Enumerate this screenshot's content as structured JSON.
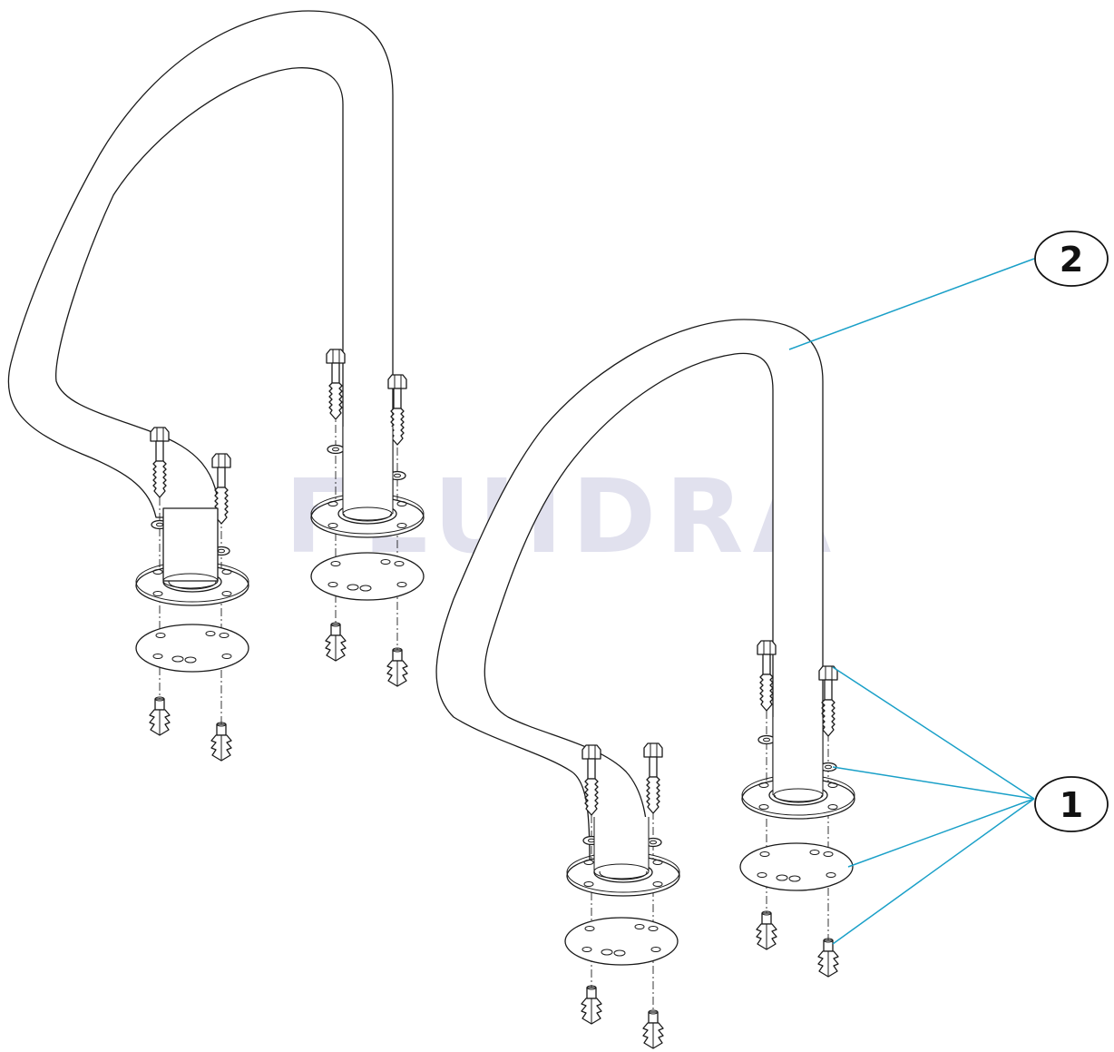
{
  "watermark": {
    "text": "FLUIDRA"
  },
  "callouts": [
    {
      "id": "callout-2",
      "label": "2"
    },
    {
      "id": "callout-1",
      "label": "1"
    }
  ],
  "colors": {
    "leader": "#1aa0c8",
    "line": "#1a1a1a",
    "watermark": "#dcdcec"
  }
}
